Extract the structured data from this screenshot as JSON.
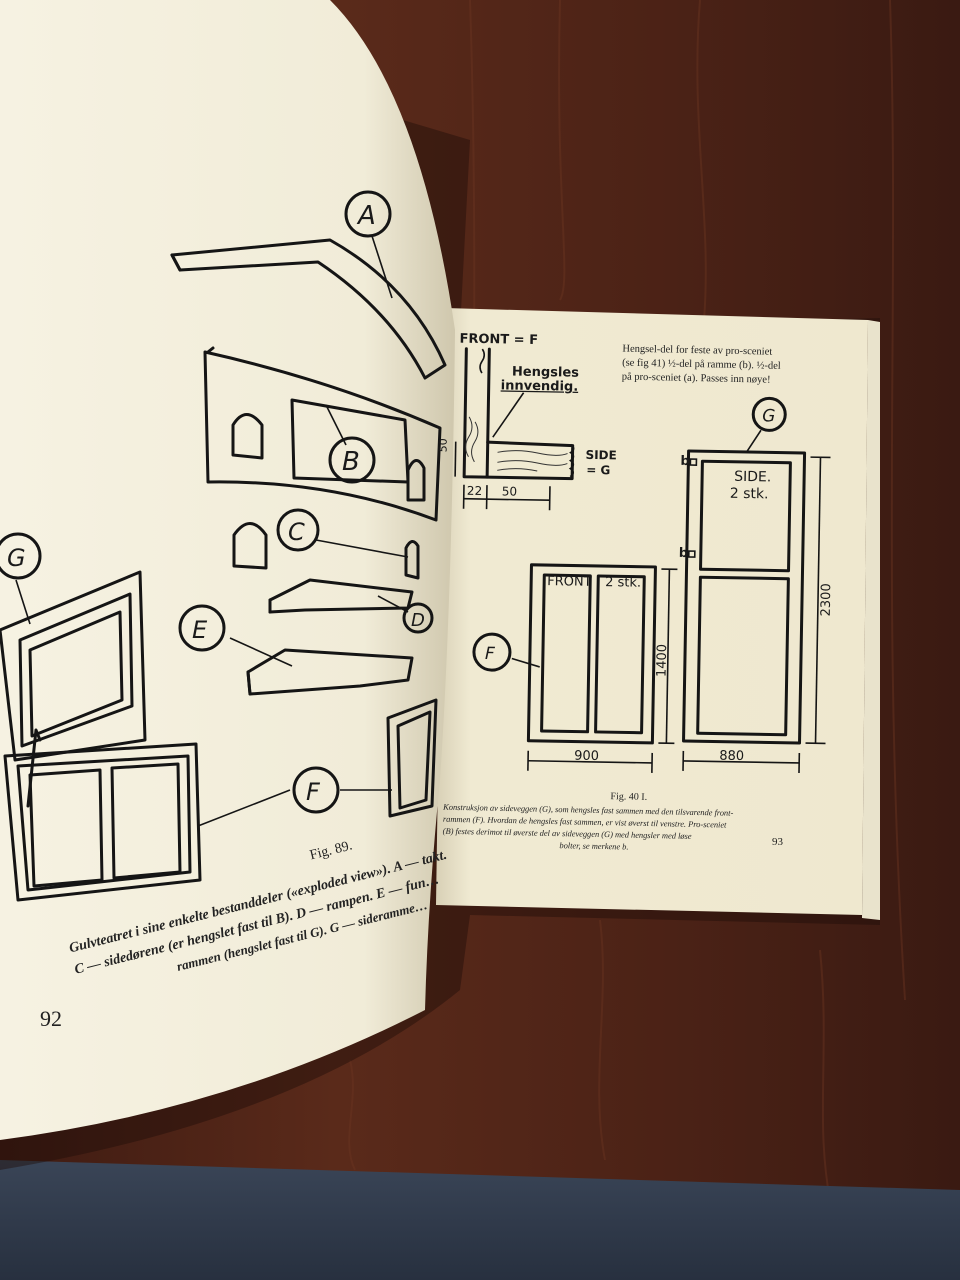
{
  "photo": {
    "subject": "open-book",
    "colors": {
      "wood": "#5b2c1c",
      "paper": "#f4efdc",
      "paper_right": "#f1ebd3",
      "fabric": "#2f3a4d",
      "ink": "#151515"
    }
  },
  "left_page": {
    "page_number": "92",
    "figure_label": "Fig. 89.",
    "caption_lines": [
      "Gulvteatret i sine enkelte bestanddeler («exploded view»). A — takt.",
      "C — sidedørene (er hengslet fast til B). D — rampen. E — fun…",
      "rammen (hengslet fast til G). G — sideramme…"
    ],
    "part_labels": {
      "a": "A",
      "b": "B",
      "c": "C",
      "d": "D",
      "e": "E",
      "f": "F",
      "g": "G"
    }
  },
  "right_page": {
    "page_number": "93",
    "detail": {
      "front_label": "FRONT = F",
      "hinge_note": [
        "Hengsles",
        "innvendig."
      ],
      "side_label": [
        "SIDE",
        "= G"
      ],
      "dim_50_vertical": "50",
      "dim_22": "22",
      "dim_50": "50"
    },
    "hinge_text": [
      "Hengsel-del for feste av pro-sceniet",
      "(se fig 41) ½-del på ramme (b). ½-del",
      "på pro-sceniet (a). Passes inn nøye!"
    ],
    "front_frame": {
      "title": "FRONT",
      "count": "2 stk.",
      "height": "1400",
      "width": "900",
      "marker": "F"
    },
    "side_frame": {
      "title": "SIDE.",
      "count": "2 stk.",
      "height": "2300",
      "width": "880",
      "marker": "G",
      "hinge_marker_1": "b",
      "hinge_marker_2": "b"
    },
    "figure_label": "Fig. 40 I.",
    "caption_lines": [
      "Konstruksjon av sideveggen (G), som hengsles fast sammen med den tilsvarende front-",
      "rammen (F). Hvordan de hengsles fast sammen, er vist øverst til venstre. Pro-sceniet",
      "(B) festes derimot til øverste del av sideveggen (G) med hengsler med løse",
      "bolter, se merkene b."
    ]
  }
}
